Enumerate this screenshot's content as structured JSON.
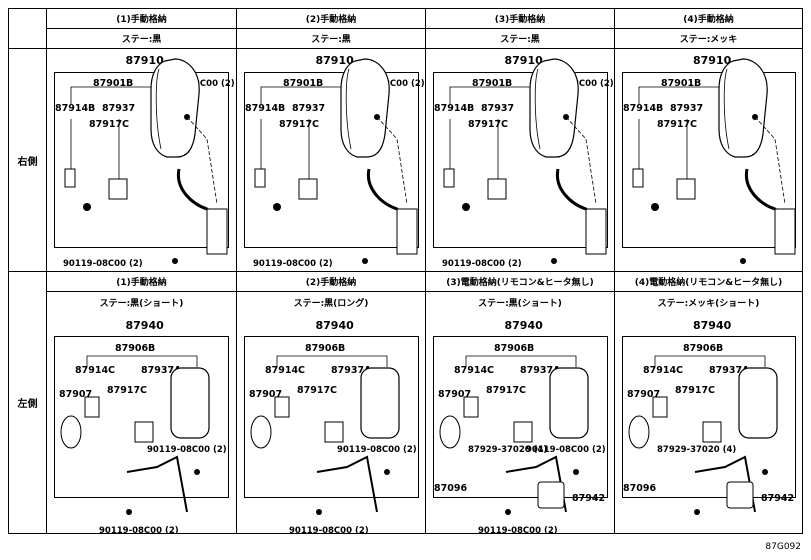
{
  "rows": [
    {
      "label": "右側"
    },
    {
      "label": "左側"
    }
  ],
  "top_cells": [
    {
      "title": "(1)手動格納",
      "stay": "ステー:黒",
      "assy": "87910",
      "sub": "87901B",
      "p1": "87914B",
      "p2": "87937",
      "p3": "87917C",
      "bolt_top": "90119-08C00 (2)",
      "bolt_bottom": "90119-08C00 (2)"
    },
    {
      "title": "(2)手動格納",
      "stay": "ステー:黒",
      "assy": "87910",
      "sub": "87901B",
      "p1": "87914B",
      "p2": "87937",
      "p3": "87917C",
      "bolt_top": "90119-08C00 (2)",
      "bolt_bottom": "90119-08C00 (2)"
    },
    {
      "title": "(3)手動格納",
      "stay": "ステー:黒",
      "assy": "87910",
      "sub": "87901B",
      "p1": "87914B",
      "p2": "87937",
      "p3": "87917C",
      "bolt_top": "90119-08C00 (2)",
      "bolt_bottom": "90119-08C00 (2)"
    },
    {
      "title": "(4)手動格納",
      "stay": "ステー:メッキ",
      "assy": "87910",
      "sub": "87901B",
      "p1": "87914B",
      "p2": "87937",
      "p3": "87917C",
      "bolt_top": "",
      "bolt_bottom": ""
    }
  ],
  "bottom_cells": [
    {
      "title": "(1)手動格納",
      "stay": "ステー:黒(ショート)",
      "assy": "87940",
      "sub": "87906B",
      "p1": "87914C",
      "p2": "87937A",
      "p3": "87917C",
      "p4": "87907",
      "bolt_mid": "90119-08C00 (2)",
      "bolt_bottom": "90119-08C00 (2)",
      "screw": "",
      "motor": "",
      "cover": ""
    },
    {
      "title": "(2)手動格納",
      "stay": "ステー:黒(ロング)",
      "assy": "87940",
      "sub": "87906B",
      "p1": "87914C",
      "p2": "87937A",
      "p3": "87917C",
      "p4": "87907",
      "bolt_mid": "90119-08C00 (2)",
      "bolt_bottom": "90119-08C00 (2)",
      "screw": "",
      "motor": "",
      "cover": ""
    },
    {
      "title": "(3)電動格納(リモコン&ヒータ無し)",
      "stay": "ステー:黒(ショート)",
      "assy": "87940",
      "sub": "87906B",
      "p1": "87914C",
      "p2": "87937A",
      "p3": "87917C",
      "p4": "87907",
      "bolt_mid": "90119-08C00 (2)",
      "bolt_bottom": "90119-08C00 (2)",
      "screw": "87929-37020 (4)",
      "motor": "87096",
      "cover": "87942"
    },
    {
      "title": "(4)電動格納(リモコン&ヒータ無し)",
      "stay": "ステー:メッキ(ショート)",
      "assy": "87940",
      "sub": "87906B",
      "p1": "87914C",
      "p2": "87937A",
      "p3": "87917C",
      "p4": "87907",
      "bolt_mid": "",
      "bolt_bottom": "",
      "screw": "87929-37020 (4)",
      "motor": "87096",
      "cover": "87942"
    }
  ],
  "footer_code": "87G092"
}
